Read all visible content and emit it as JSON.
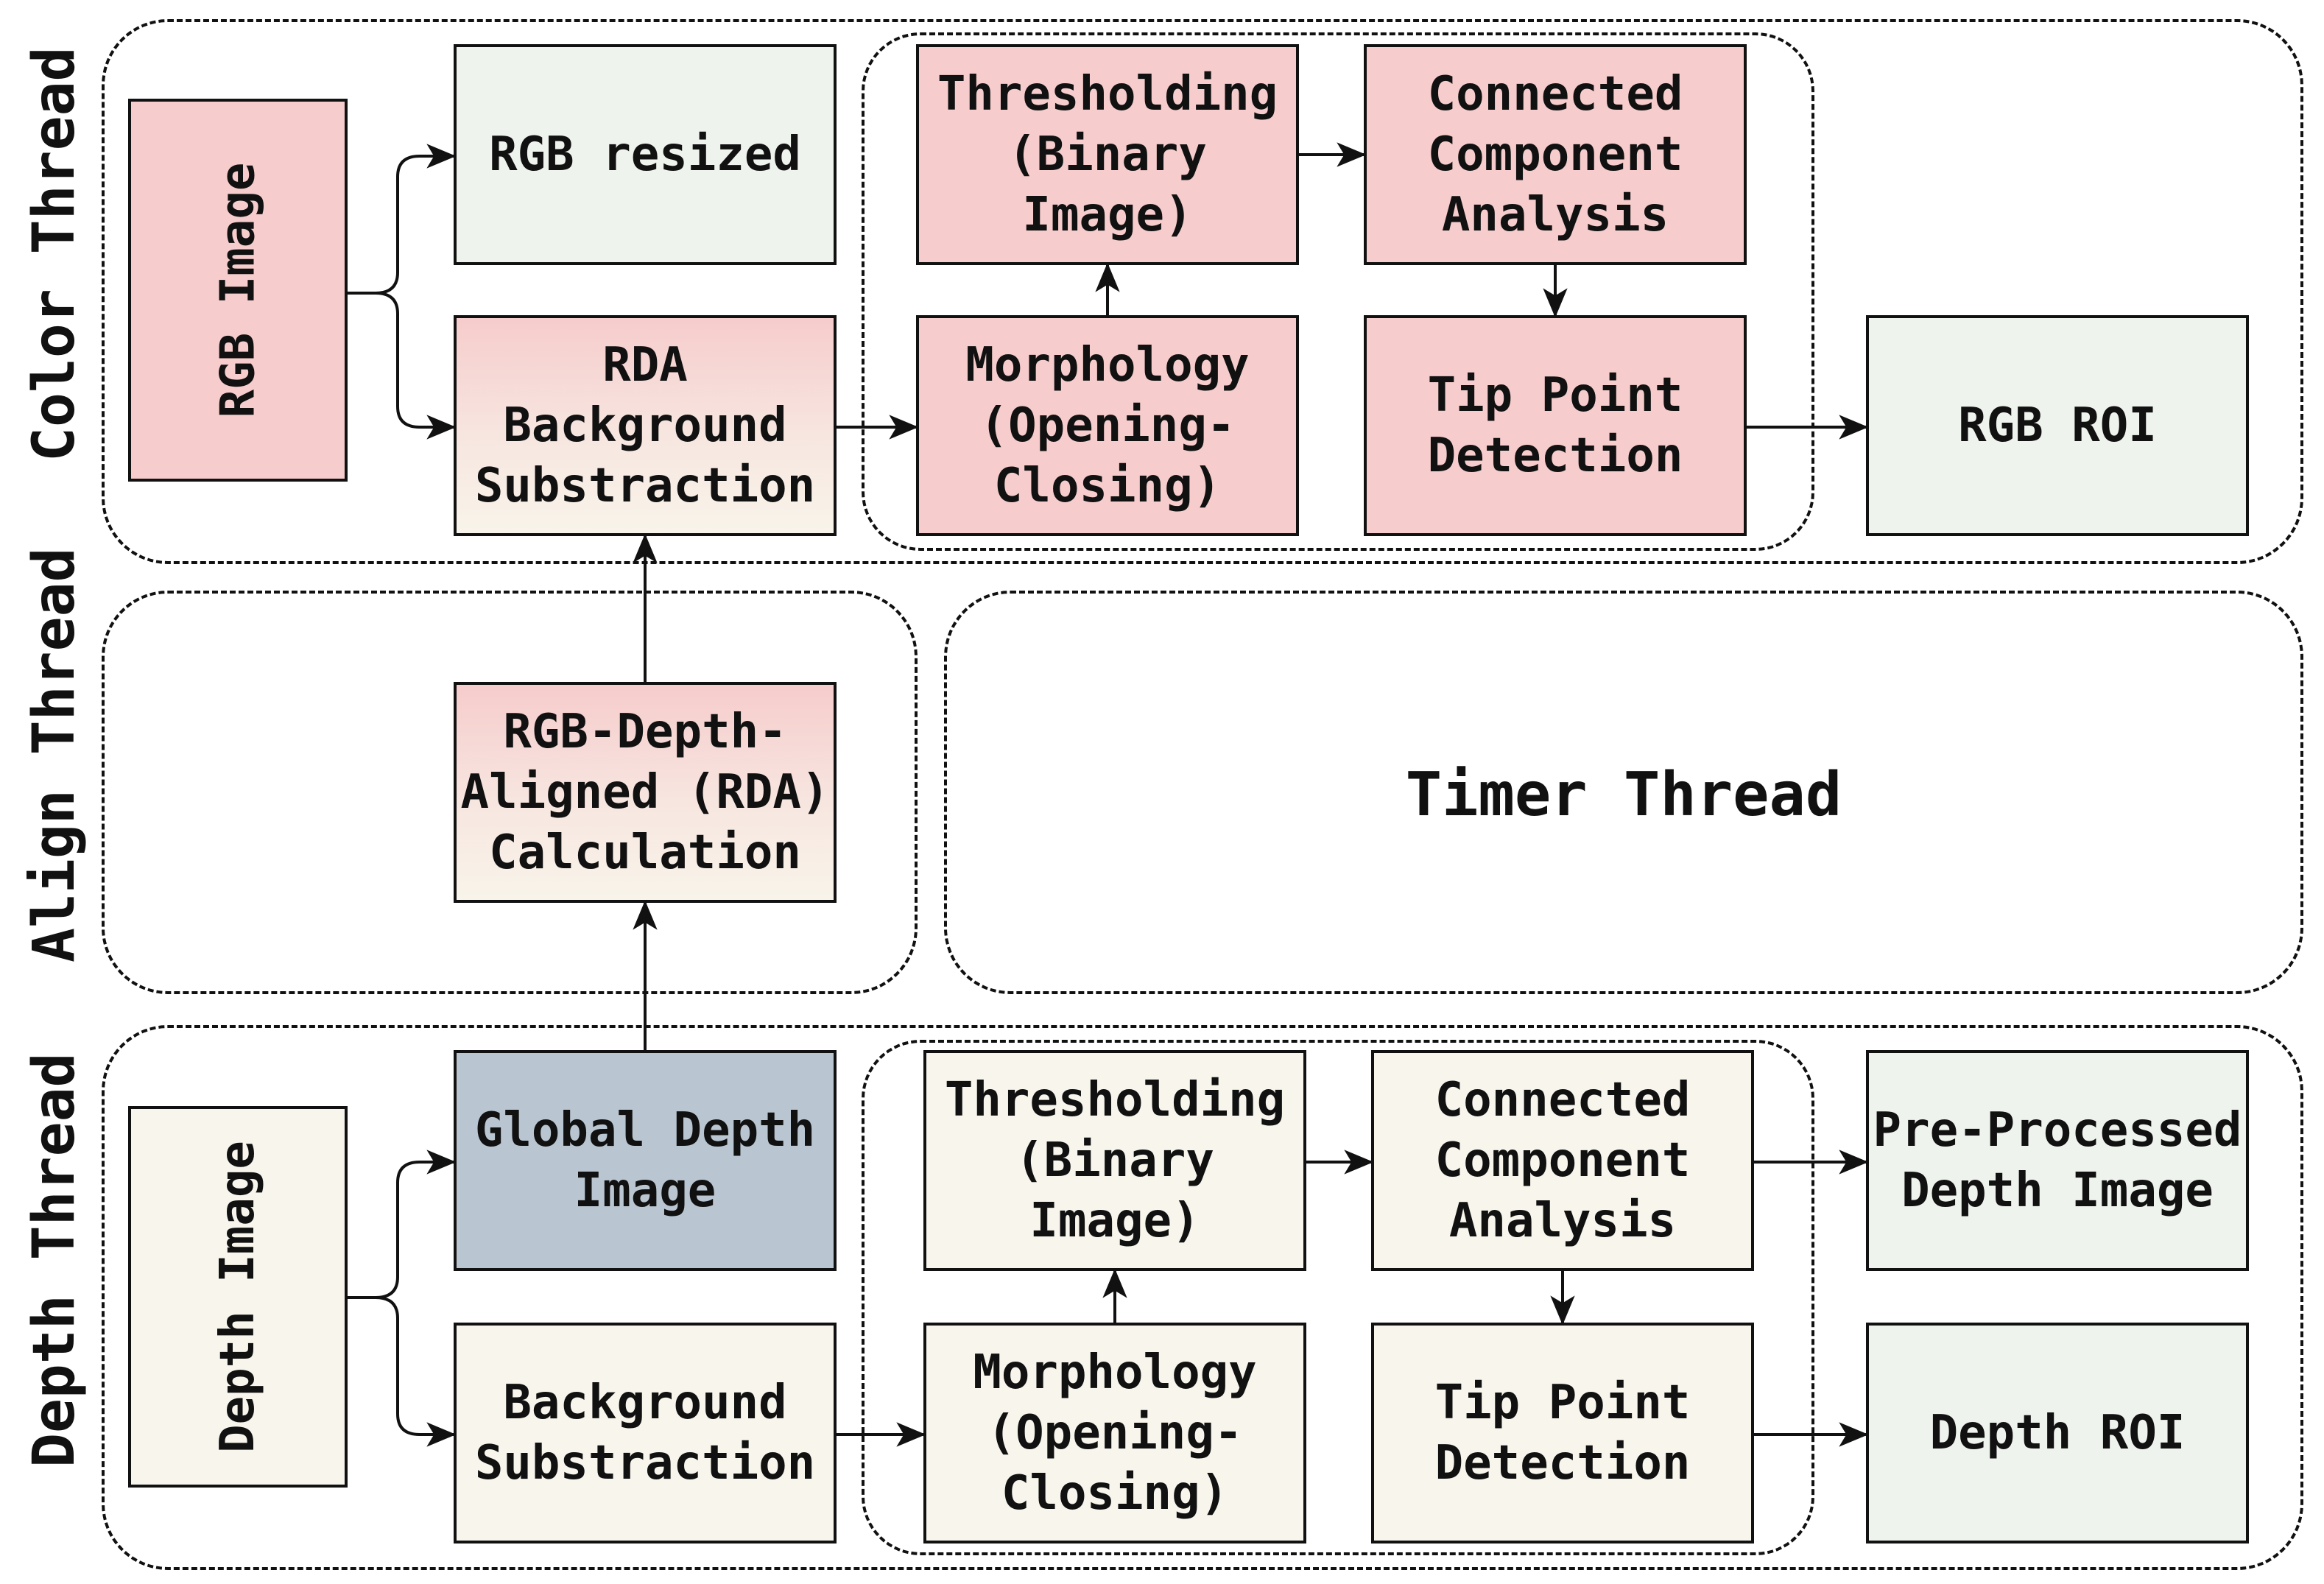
{
  "threads": {
    "color": "Color Thread",
    "align": "Align Thread",
    "depth": "Depth Thread",
    "timer": "Timer Thread"
  },
  "color_nodes": {
    "rgb_image": "RGB Image",
    "rgb_resized": "RGB resized",
    "rda_bg_sub": "RDA\nBackground\nSubstraction",
    "thresholding": "Thresholding\n(Binary\nImage)",
    "cca": "Connected\nComponent\nAnalysis",
    "morphology": "Morphology\n(Opening-\nClosing)",
    "tip_point": "Tip Point\nDetection",
    "rgb_roi": "RGB ROI"
  },
  "align_nodes": {
    "rda_calc": "RGB-Depth-\nAligned (RDA)\nCalculation"
  },
  "depth_nodes": {
    "depth_image": "Depth Image",
    "global_depth": "Global Depth\nImage",
    "bg_sub": "Background\nSubstraction",
    "thresholding": "Thresholding\n(Binary\nImage)",
    "cca": "Connected\nComponent\nAnalysis",
    "morphology": "Morphology\n(Opening-\nClosing)",
    "tip_point": "Tip Point\nDetection",
    "preprocessed": "Pre-Processed\nDepth Image",
    "depth_roi": "Depth ROI"
  },
  "colors": {
    "stroke": "#111111",
    "pink": "#f6cccc",
    "cream": "#f8f5ec",
    "mint": "#eff3ee",
    "slate": "#b9c6d1"
  }
}
